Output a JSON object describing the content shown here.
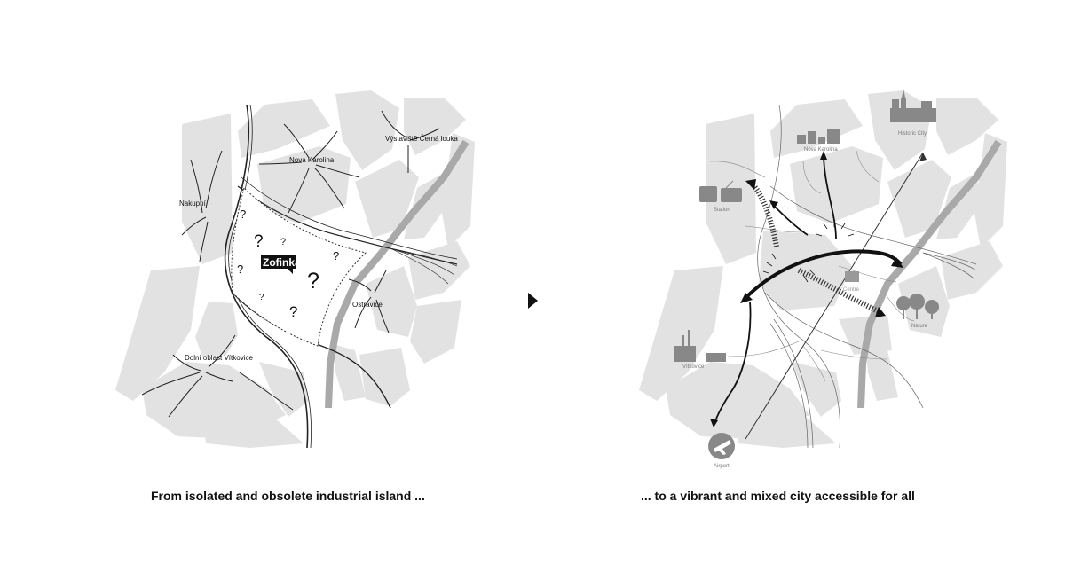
{
  "left_map": {
    "labels": {
      "nakupni": "Nakupní",
      "nova_karolina": "Nova Karolina",
      "vystaviste": "Výstaviště Černá louka",
      "ostravice": "Ostravice",
      "dolni_oblast": "Dolní oblast Vítkovice",
      "zofinka": "Zofinka"
    },
    "question_mark": "?"
  },
  "right_map": {
    "labels": {
      "historic_city": "Historic City",
      "nova_karolina": "Nova Karolina",
      "station": "Station",
      "center": "Centre",
      "nature": "Nature",
      "vitkovice": "Vítkovice",
      "airport": "Airport"
    }
  },
  "captions": {
    "left": "From isolated and obsolete industrial island ...",
    "right": "... to a vibrant and mixed city accessible for all"
  },
  "colors": {
    "block_fill": "#e2e2e2",
    "road_gray": "#a9a9a9",
    "ink": "#111111",
    "icon_gray": "#888888"
  }
}
